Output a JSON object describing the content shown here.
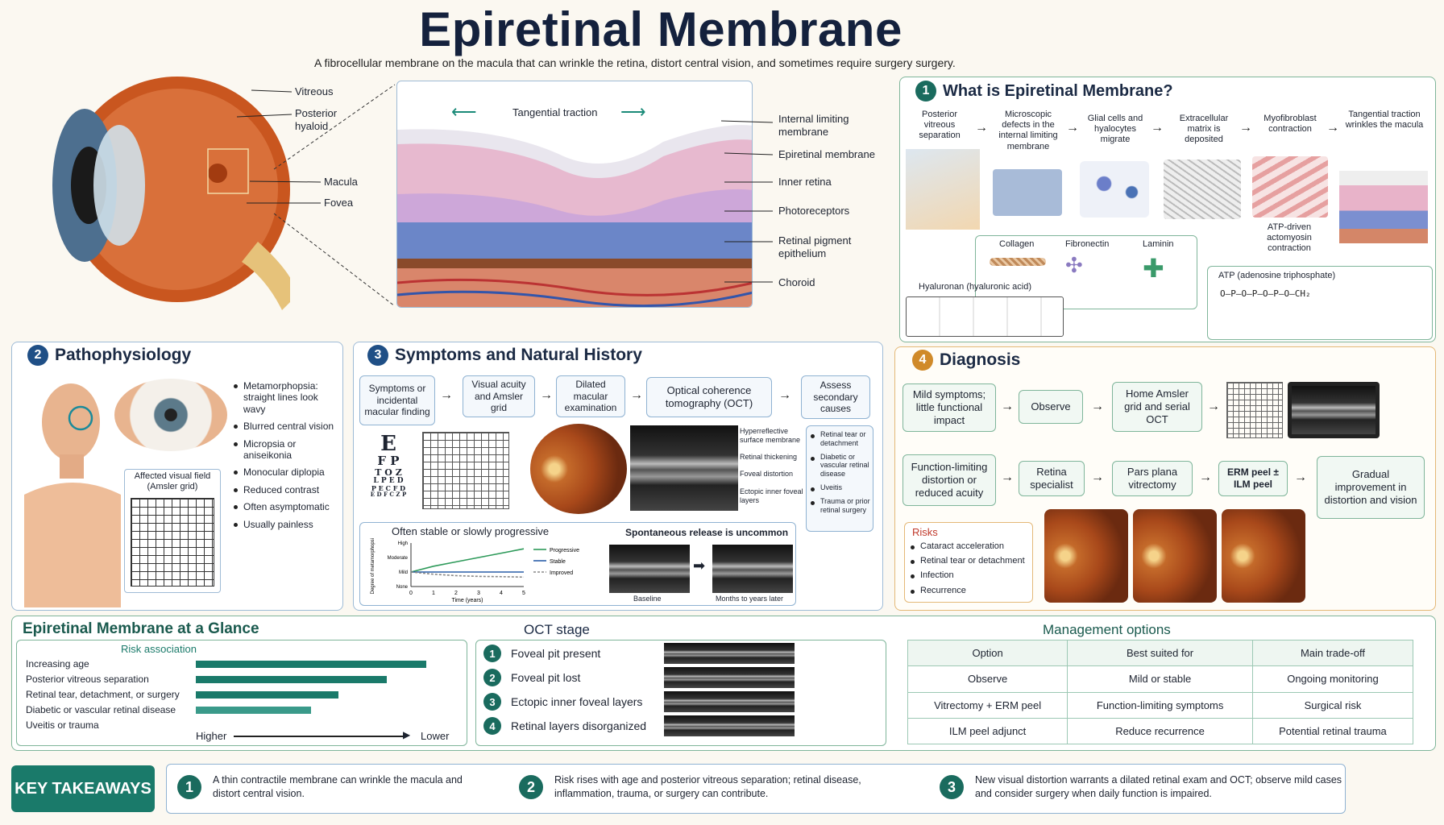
{
  "title": "Epiretinal Membrane",
  "subtitle": "A fibrocellular membrane on the macula that can wrinkle the retina, distort central vision, and sometimes require surgery surgery.",
  "eye_labels": [
    "Vitreous",
    "Posterior hyaloid",
    "Macula",
    "Fovea"
  ],
  "cross_section": {
    "traction_label": "Tangential traction",
    "layers": [
      "Internal limiting membrane",
      "Epiretinal membrane",
      "Inner retina",
      "Photoreceptors",
      "Retinal pigment epithelium",
      "Choroid"
    ]
  },
  "section1": {
    "number": "1",
    "title": "What is Epiretinal Membrane?",
    "steps": [
      "Posterior vitreous separation",
      "Microscopic defects in the internal limiting membrane",
      "Glial cells and hyalocytes migrate",
      "Extracellular matrix is deposited",
      "Myofibroblast contraction",
      "Tangential traction wrinkles the macula"
    ],
    "atp_note": "ATP-driven actomyosin contraction",
    "matrix": [
      "Collagen",
      "Fibronectin",
      "Laminin"
    ],
    "hyaluronan": "Hyaluronan (hyaluronic acid)",
    "atp_label": "ATP (adenosine triphosphate)"
  },
  "section2": {
    "number": "2",
    "title": "Pathophysiology",
    "amsler_label": "Affected visual field (Amsler grid)",
    "bullets": [
      "Metamorphopsia: straight lines look wavy",
      "Blurred central vision",
      "Micropsia or aniseikonia",
      "Monocular diplopia",
      "Reduced contrast",
      "Often asymptomatic",
      "Usually painless"
    ]
  },
  "section3": {
    "number": "3",
    "title": "Symptoms and Natural History",
    "flow": [
      "Symptoms or incidental macular finding",
      "Visual acuity and Amsler grid",
      "Dilated macular examination",
      "Optical coherence tomography (OCT)",
      "Assess secondary causes"
    ],
    "chart_letters": [
      "E",
      "F P",
      "T O Z",
      "L P E D",
      "P E C F D",
      "E D F C Z P"
    ],
    "oct_findings": [
      "Hyperreflective surface membrane",
      "Retinal thickening",
      "Foveal distortion",
      "Ectopic inner foveal layers"
    ],
    "secondary_causes": [
      "Retinal tear or detachment",
      "Diabetic or vascular retinal disease",
      "Uveitis",
      "Trauma or prior retinal surgery"
    ],
    "history_title": "Often stable or slowly progressive",
    "release_title": "Spontaneous release is uncommon",
    "release_labels": [
      "Baseline",
      "Months to years later"
    ]
  },
  "section4": {
    "number": "4",
    "title": "Diagnosis",
    "row1": [
      "Mild symptoms; little functional impact",
      "Observe",
      "Home Amsler grid and serial OCT"
    ],
    "row2": [
      "Function-limiting distortion or reduced acuity",
      "Retina specialist",
      "Pars plana vitrectomy",
      "ERM peel ± ILM peel",
      "Gradual improvement in distortion and vision"
    ],
    "risks_title": "Risks",
    "risks": [
      "Cataract acceleration",
      "Retinal tear or detachment",
      "Infection",
      "Recurrence"
    ]
  },
  "chart_data": {
    "type": "line",
    "title": "Often stable or slowly progressive",
    "xlabel": "Time (years)",
    "ylabel": "Degree of metamorphopsia",
    "x": [
      0,
      1,
      2,
      3,
      4,
      5
    ],
    "yticks": [
      "None",
      "Mild",
      "Moderate",
      "High"
    ],
    "xlim": [
      0,
      5
    ],
    "ylim": [
      0,
      3
    ],
    "series": [
      {
        "name": "Progressive",
        "values": [
          1.0,
          1.4,
          1.7,
          2.0,
          2.3,
          2.6
        ],
        "color": "#2e9a5a"
      },
      {
        "name": "Stable",
        "values": [
          1.0,
          1.0,
          1.0,
          1.0,
          1.0,
          1.0
        ],
        "color": "#2a5ea8"
      },
      {
        "name": "Improved",
        "values": [
          1.0,
          0.85,
          0.75,
          0.7,
          0.68,
          0.65
        ],
        "color": "#888888"
      }
    ]
  },
  "glance": {
    "title": "Epiretinal Membrane at a Glance",
    "risk_title": "Risk association",
    "risk_items": [
      "Increasing age",
      "Posterior vitreous separation",
      "Retinal tear, detachment, or surgery",
      "Diabetic or vascular retinal disease",
      "Uveitis or trauma"
    ],
    "risk_values": [
      1.0,
      0.83,
      0.62,
      0.5,
      0
    ],
    "axis_left": "Higher",
    "axis_right": "Lower",
    "oct_title": "OCT stage",
    "oct_stages": [
      {
        "num": "1",
        "label": "Foveal pit present"
      },
      {
        "num": "2",
        "label": "Foveal pit lost"
      },
      {
        "num": "3",
        "label": "Ectopic inner foveal layers"
      },
      {
        "num": "4",
        "label": "Retinal layers disorganized"
      }
    ],
    "mgmt_title": "Management options",
    "mgmt_headers": [
      "Option",
      "Best suited for",
      "Main trade-off"
    ],
    "mgmt_rows": [
      [
        "Observe",
        "Mild or stable",
        "Ongoing monitoring"
      ],
      [
        "Vitrectomy + ERM peel",
        "Function-limiting symptoms",
        "Surgical risk"
      ],
      [
        "ILM peel adjunct",
        "Reduce recurrence",
        "Potential retinal trauma"
      ]
    ]
  },
  "takeaways": {
    "label": "KEY TAKEAWAYS",
    "items": [
      {
        "num": "1",
        "text": "A thin contractile membrane can wrinkle the macula and distort central vision."
      },
      {
        "num": "2",
        "text": "Risk rises with age and posterior vitreous separation; retinal disease, inflammation, trauma, or surgery can contribute."
      },
      {
        "num": "3",
        "text": "New visual distortion warrants a dilated retinal exam and OCT; observe mild cases and consider surgery when daily function is impaired."
      }
    ]
  },
  "colors": {
    "navy": "#1b2a44",
    "teal": "#1a7a6a",
    "orange": "#d08a2a",
    "blue": "#1f4f86"
  }
}
